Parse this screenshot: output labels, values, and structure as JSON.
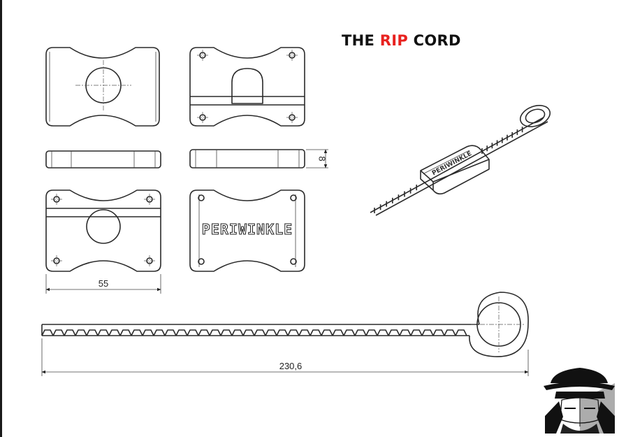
{
  "title": {
    "prefix": "THE ",
    "accent": "RIP",
    "suffix": " CORD",
    "accent_color": "#e8221f"
  },
  "engraving": "PERIWINKLE",
  "iso_label": "PERIWINKLE",
  "dimensions": {
    "width": "55",
    "thickness": "8",
    "length": "230,6"
  },
  "logo": {
    "icon": "detective-hat-logo-icon"
  }
}
